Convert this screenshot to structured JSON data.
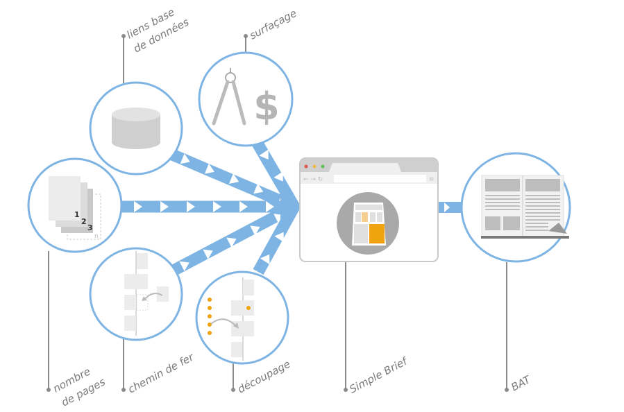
{
  "colors": {
    "accent": "#7eb4e3",
    "line": "#8a8a8a",
    "orange": "#f0a20f",
    "gray": "#d8d8d8"
  },
  "nodes": {
    "database": {
      "label_line1": "liens base",
      "label_line2": "de données",
      "icon": "database-icon"
    },
    "surfacing": {
      "label": "surfaçage",
      "icon": "compass-dollar-icon",
      "dollar": "$"
    },
    "pages": {
      "label_line1": "nombre",
      "label_line2": "de pages",
      "icon": "pages-stack-icon",
      "n1": "1",
      "n2": "2",
      "n3": "3",
      "nn": "n"
    },
    "flatplan": {
      "label": "chemin de fer",
      "icon": "flatplan-icon"
    },
    "cutting": {
      "label": "découpage",
      "icon": "cutting-icon"
    },
    "app": {
      "label": "Simple Brief",
      "icon": "browser-layout-icon"
    },
    "proof": {
      "label": "BAT",
      "icon": "newspaper-icon"
    }
  }
}
